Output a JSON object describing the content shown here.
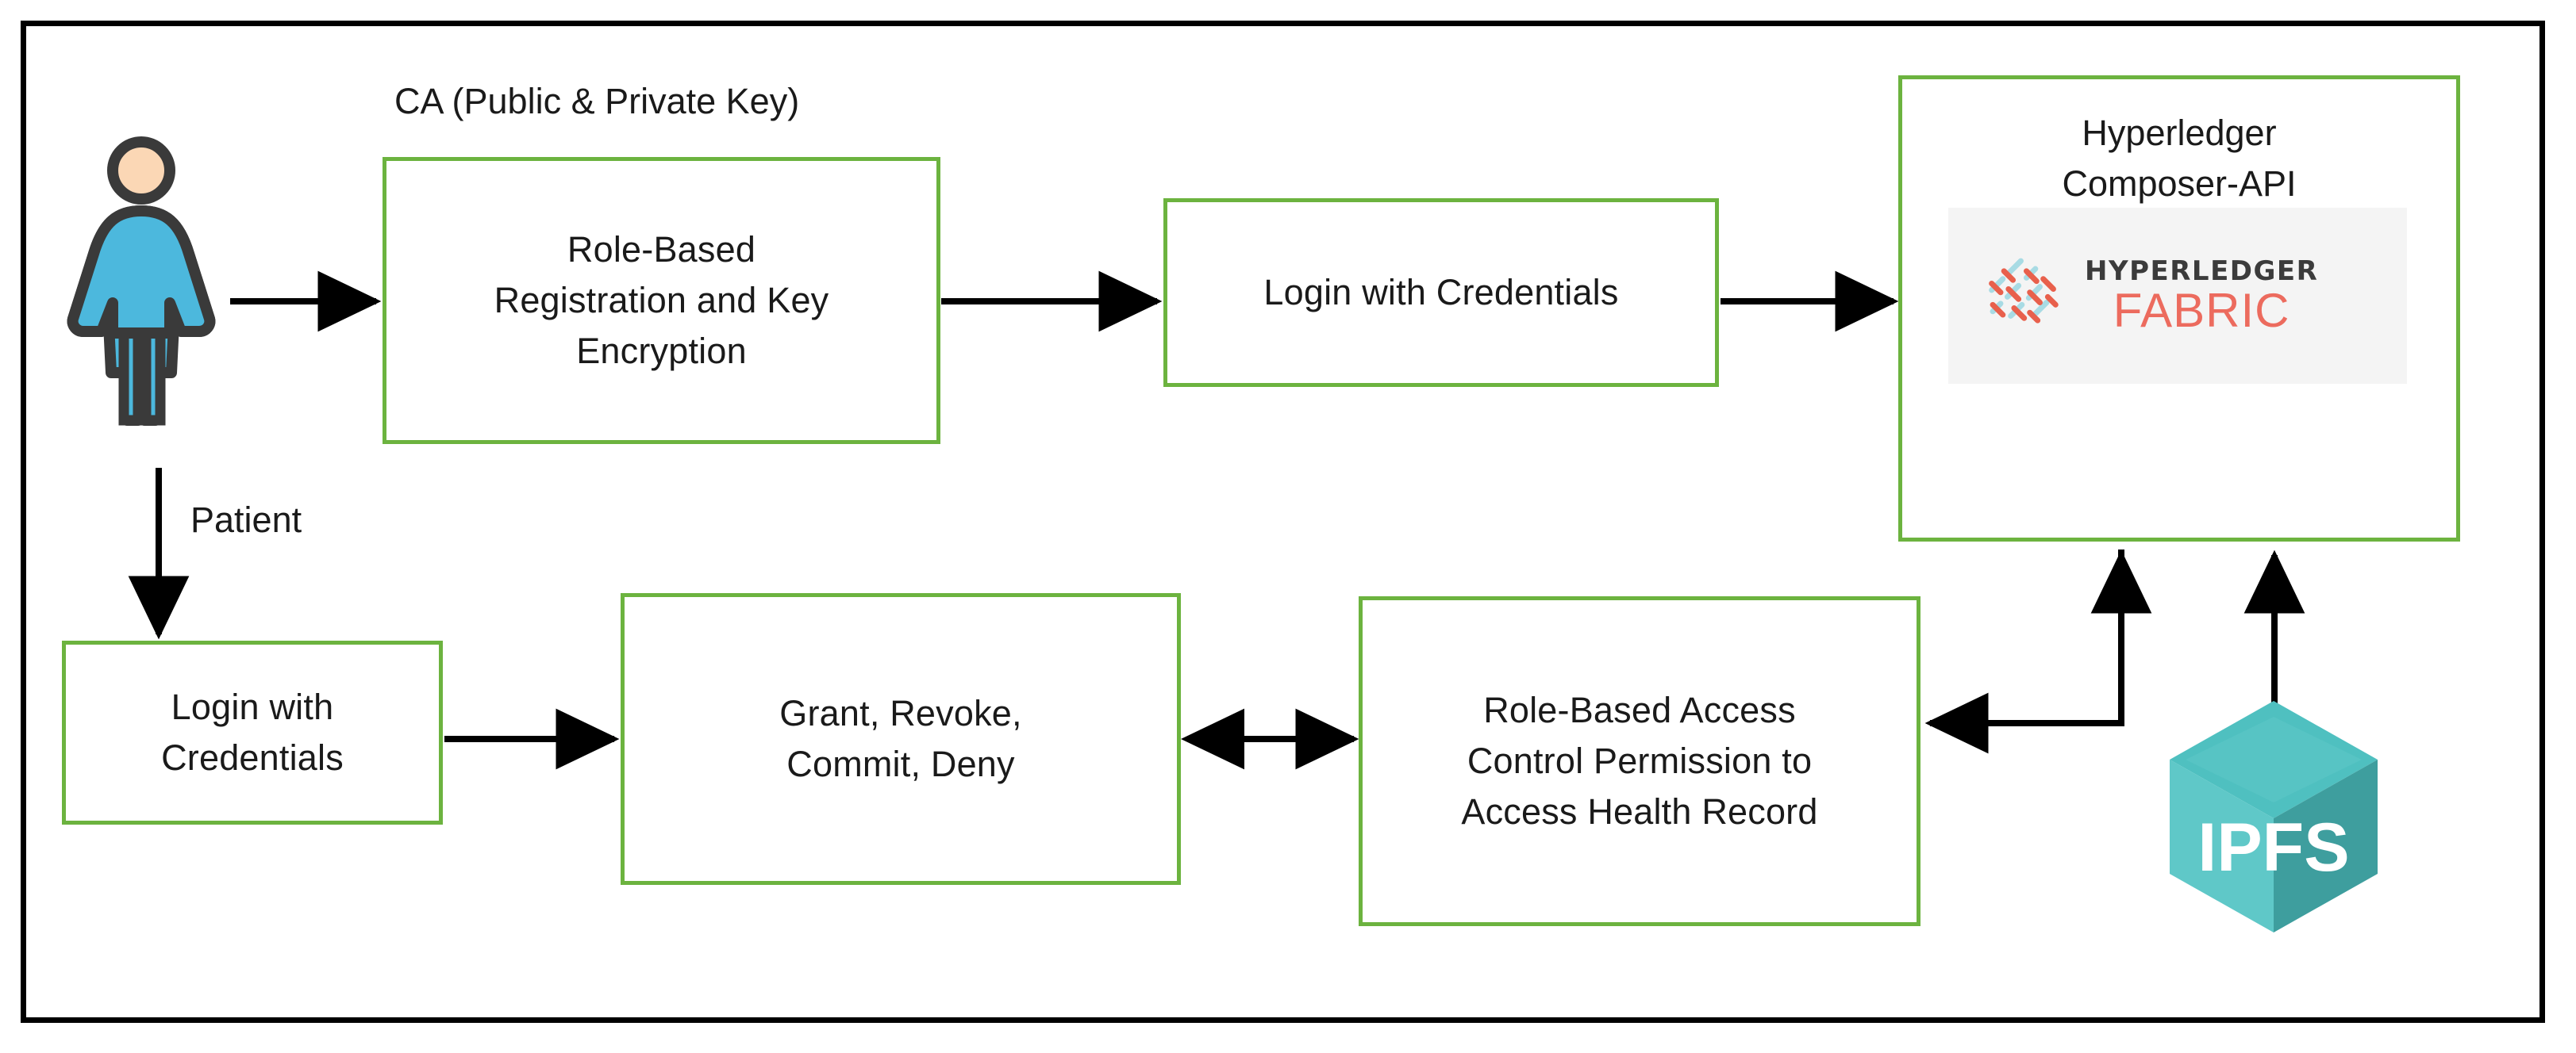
{
  "diagram": {
    "title_note": "Blockchain-based health record access control architecture",
    "frame_color": "#000000",
    "box_border_color": "#6cb33f",
    "arrow_color": "#000000",
    "labels": {
      "ca": "CA (Public & Private Key)",
      "patient": "Patient"
    },
    "boxes": {
      "registration": {
        "lines": [
          "Role-Based",
          "Registration and Key",
          "Encryption"
        ]
      },
      "login_top": {
        "lines": [
          "Login with Credentials"
        ]
      },
      "hyperledger": {
        "title_lines": [
          "Hyperledger",
          "Composer-API"
        ],
        "logo": {
          "name": "hyperledger-fabric-logo",
          "top_word": "HYPERLEDGER",
          "bottom_word": "FABRIC",
          "top_color": "#3b3b3b",
          "bottom_color": "#ec6b5e",
          "panel_color": "#f4f4f4",
          "mark_colors": [
            "#e8604c",
            "#a8dbe4"
          ]
        }
      },
      "login_bottom": {
        "lines": [
          "Login with",
          "Credentials"
        ]
      },
      "grant": {
        "lines": [
          "Grant, Revoke,",
          "Commit, Deny"
        ]
      },
      "rbac": {
        "lines": [
          "Role-Based Access",
          "Control Permission to",
          "Access Health Record"
        ]
      }
    },
    "icons": {
      "patient": {
        "name": "patient-person-icon",
        "body_color": "#4cb8dd",
        "head_color": "#fbd7b5",
        "outline_color": "#3a3a3a"
      },
      "ipfs": {
        "name": "ipfs-cube-icon",
        "text": "IPFS",
        "top_color": "#4fc0c0",
        "left_color": "#5fc8c8",
        "right_color": "#3e9e9e",
        "text_color": "#ffffff"
      }
    },
    "arrows": [
      {
        "name": "patient-to-registration",
        "direction": "right"
      },
      {
        "name": "registration-to-login-top",
        "direction": "right"
      },
      {
        "name": "login-top-to-hyperledger",
        "direction": "right"
      },
      {
        "name": "patient-to-login-bottom",
        "direction": "down"
      },
      {
        "name": "login-bottom-to-grant",
        "direction": "right"
      },
      {
        "name": "grant-rbac-bidirectional",
        "direction": "both"
      },
      {
        "name": "ipfs-path-to-rbac",
        "direction": "left"
      },
      {
        "name": "ipfs-path-to-hyperledger",
        "direction": "up"
      },
      {
        "name": "ipfs-to-hyperledger",
        "direction": "up"
      }
    ]
  }
}
